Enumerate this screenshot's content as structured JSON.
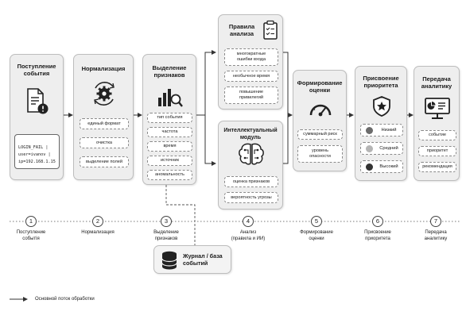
{
  "colors": {
    "card_bg": "#eeeeee",
    "card_border": "#bdbdbd",
    "arrow": "#333333",
    "low": "#6b6b6b",
    "medium": "#b5b5b5",
    "high": "#333333"
  },
  "cards": {
    "ingest": {
      "title": "Поступление события",
      "log_lines": [
        "LOGIN_FAIL |",
        "user=ivanov |",
        "ip=192.168.1.15"
      ]
    },
    "normalize": {
      "title": "Нормализация",
      "items": [
        "единый формат",
        "очистка",
        "выделение полей"
      ]
    },
    "features": {
      "title": "Выделение признаков",
      "items": [
        "тип события",
        "частота",
        "время",
        "источник",
        "аномальность"
      ]
    },
    "rules": {
      "title": "Правила анализа",
      "items": [
        "многократные ошибки входа",
        "необычное время",
        "повышение привилегий"
      ]
    },
    "ai": {
      "title": "Интеллектуальный модуль",
      "items": [
        "оценка признаков",
        "вероятность угрозы"
      ]
    },
    "scoring": {
      "title": "Формирование оценки",
      "items": [
        "суммарный риск",
        "уровень опасности"
      ]
    },
    "priority": {
      "title": "Присвоение приоритета",
      "levels": [
        "Низкий",
        "Средний",
        "Высокий"
      ]
    },
    "transfer": {
      "title": "Передача аналитику",
      "items": [
        "событие",
        "приоритет",
        "рекомендация"
      ]
    }
  },
  "journal": {
    "title": "Журнал / база событий"
  },
  "steps": [
    {
      "num": "1",
      "label": "Поступление событія"
    },
    {
      "num": "2",
      "label": "Нормализация"
    },
    {
      "num": "3",
      "label": "Выделение признаков"
    },
    {
      "num": "4",
      "label": "Анализ (правила и ИИ)"
    },
    {
      "num": "5",
      "label": "Формирование оценки"
    },
    {
      "num": "6",
      "label": "Присвоение приоритета"
    },
    {
      "num": "7",
      "label": "Передача аналитику"
    }
  ],
  "legend": {
    "label": "Основной поток обработки"
  },
  "icons": [
    "document-alert-icon",
    "gear-cycle-icon",
    "bar-chart-magnifier-icon",
    "clipboard-checklist-icon",
    "brain-circuit-icon",
    "gauge-icon",
    "shield-star-icon",
    "monitor-chart-icon",
    "database-icon",
    "arrow-right-icon"
  ]
}
